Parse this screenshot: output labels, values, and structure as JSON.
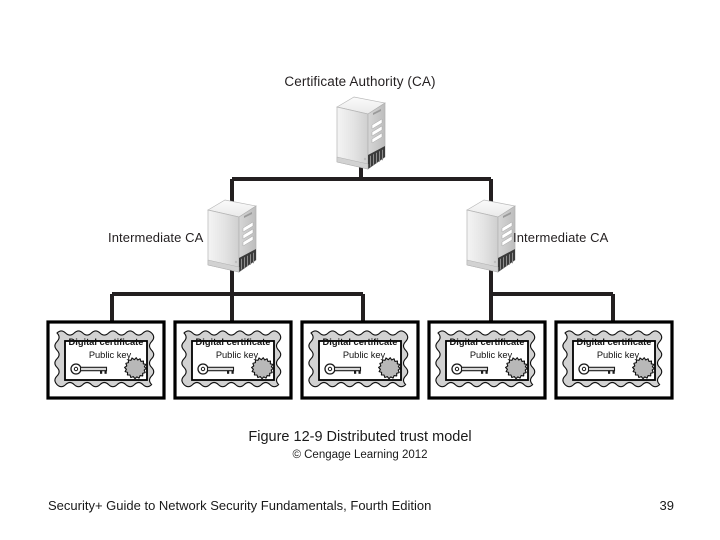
{
  "slide": {
    "background_color": "#ffffff"
  },
  "diagram": {
    "type": "hierarchy-tree",
    "title": "Distributed trust model",
    "line_color": "#231f20",
    "nodes": {
      "root": {
        "label": "Certificate Authority (CA)",
        "icon": "server-tower-icon"
      },
      "intermediate_left": {
        "label": "Intermediate CA",
        "icon": "server-tower-icon"
      },
      "intermediate_right": {
        "label": "Intermediate CA",
        "icon": "server-tower-icon"
      }
    },
    "certificates": [
      {
        "title": "Digital certificate",
        "subtitle": "Public key",
        "parent": "intermediate_left"
      },
      {
        "title": "Digital certificate",
        "subtitle": "Public key",
        "parent": "intermediate_left"
      },
      {
        "title": "Digital certificate",
        "subtitle": "Public key",
        "parent": "intermediate_left"
      },
      {
        "title": "Digital certificate",
        "subtitle": "Public key",
        "parent": "intermediate_right"
      },
      {
        "title": "Digital certificate",
        "subtitle": "Public key",
        "parent": "intermediate_right"
      }
    ]
  },
  "caption": {
    "figure": "Figure 12-9 Distributed trust model",
    "credit": "© Cengage Learning 2012"
  },
  "footer": {
    "book_title": "Security+ Guide to Network Security Fundamentals, Fourth Edition",
    "page_number": "39"
  }
}
